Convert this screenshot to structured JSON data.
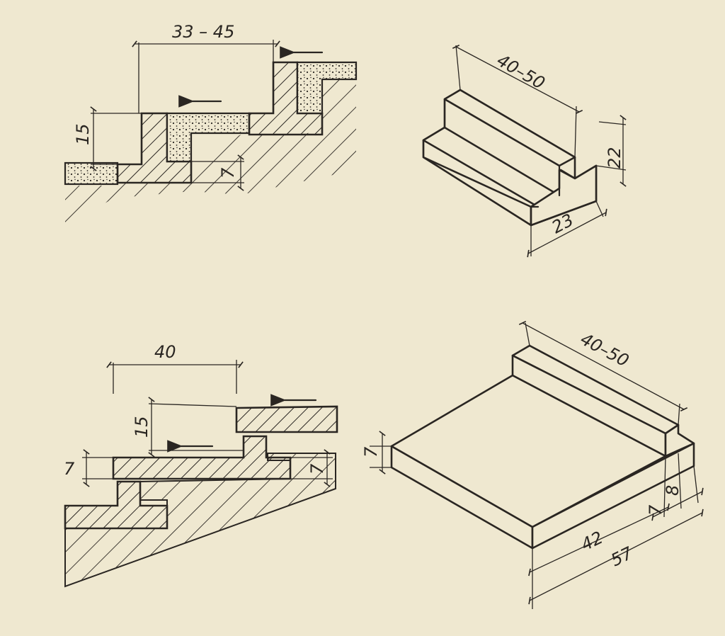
{
  "top_section": {
    "step_width": "33 – 45",
    "riser_height": "15",
    "tread_thickness": "7"
  },
  "top_block": {
    "length": "40–50",
    "height": "22",
    "depth": "23"
  },
  "bottom_section": {
    "step_width": "40",
    "riser_height": "15",
    "slab_thickness_left": "7",
    "slab_thickness_right": "7"
  },
  "bottom_slab": {
    "length": "40–50",
    "thickness": "7",
    "lip_a": "7",
    "lip_b": "8",
    "depth_inner": "42",
    "depth_total": "57"
  },
  "colors": {
    "paper": "#efe8d0",
    "ink": "#2a2622"
  }
}
